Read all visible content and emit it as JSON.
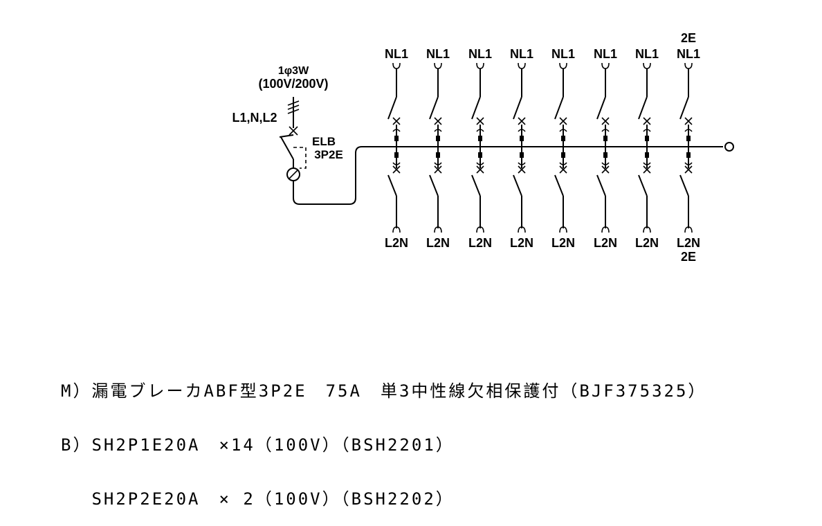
{
  "supply": {
    "phase": "1φ3W",
    "voltage": "(100V/200V)",
    "lines": "L1,N,L2"
  },
  "main_breaker": {
    "label": "ELB",
    "poles": "3P2E"
  },
  "branches": [
    {
      "top": "NL1",
      "bottom": "L2N"
    },
    {
      "top": "NL1",
      "bottom": "L2N"
    },
    {
      "top": "NL1",
      "bottom": "L2N"
    },
    {
      "top": "NL1",
      "bottom": "L2N"
    },
    {
      "top": "NL1",
      "bottom": "L2N"
    },
    {
      "top": "NL1",
      "bottom": "L2N"
    },
    {
      "top": "NL1",
      "bottom": "L2N"
    },
    {
      "top": "NL1",
      "bottom": "L2N",
      "top_extra": "2E",
      "bottom_extra": "2E"
    }
  ],
  "legend": [
    "M）漏電ブレーカABF型3P2E　75A　単3中性線欠相保護付（BJF375325）",
    "B）SH2P1E20A　×14（100V）（BSH2201）",
    "　 SH2P2E20A　× 2（100V）（BSH2202）"
  ]
}
